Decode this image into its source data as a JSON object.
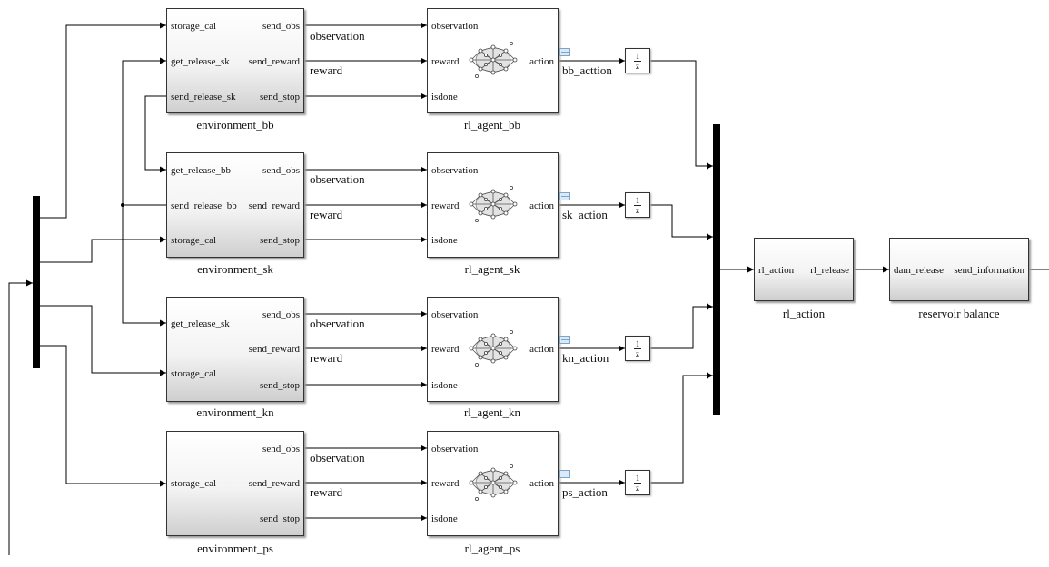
{
  "environments": [
    {
      "title": "environment_bb",
      "in": [
        "storage_cal",
        "get_release_sk",
        "send_release_sk"
      ],
      "out": [
        "send_obs",
        "send_reward",
        "send_stop"
      ]
    },
    {
      "title": "environment_sk",
      "in": [
        "get_release_bb",
        "send_release_bb",
        "storage_cal"
      ],
      "out": [
        "send_obs",
        "send_reward",
        "send_stop"
      ]
    },
    {
      "title": "environment_kn",
      "in": [
        "get_release_sk",
        "storage_cal"
      ],
      "out": [
        "send_obs",
        "send_reward",
        "send_stop"
      ]
    },
    {
      "title": "environment_ps",
      "in": [
        "storage_cal"
      ],
      "out": [
        "send_obs",
        "send_reward",
        "send_stop"
      ]
    }
  ],
  "agents": [
    {
      "title": "rl_agent_bb",
      "in": [
        "observation",
        "reward",
        "isdone"
      ],
      "out": "action",
      "action_signal": "bb_acttion"
    },
    {
      "title": "rl_agent_sk",
      "in": [
        "observation",
        "reward",
        "isdone"
      ],
      "out": "action",
      "action_signal": "sk_action"
    },
    {
      "title": "rl_agent_kn",
      "in": [
        "observation",
        "reward",
        "isdone"
      ],
      "out": "action",
      "action_signal": "kn_action"
    },
    {
      "title": "rl_agent_ps",
      "in": [
        "observation",
        "reward",
        "isdone"
      ],
      "out": "action",
      "action_signal": "ps_action"
    }
  ],
  "signals": {
    "observation": "observation",
    "reward": "reward"
  },
  "delay": {
    "numerator": "1",
    "denominator": "z"
  },
  "rl_action_block": {
    "title": "rl_action",
    "in": "rl_action",
    "out": "rl_release"
  },
  "reservoir_block": {
    "title": "reservoir balance",
    "in": "dam_release",
    "out": "send_information"
  },
  "colors": {
    "line": "#000000",
    "block_border": "#333333",
    "scope": "#7ea5c8"
  }
}
